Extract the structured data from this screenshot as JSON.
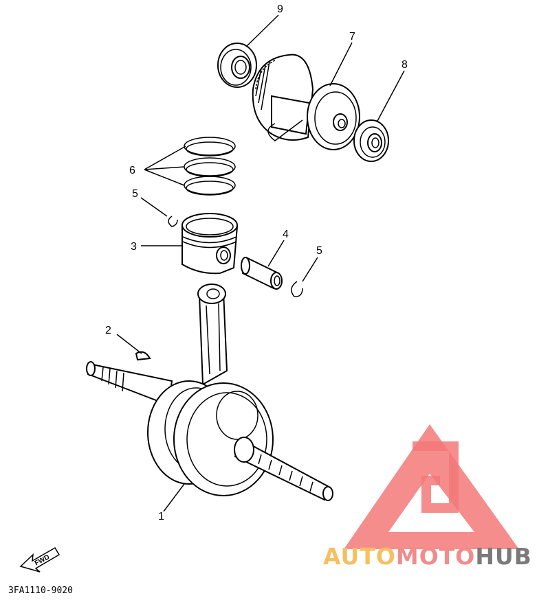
{
  "diagram": {
    "part_numbers": {
      "crankshaft": "1",
      "key": "2",
      "piston": "3",
      "piston_pin": "4",
      "circlip_left": "5",
      "circlip_right": "5",
      "piston_rings": "6",
      "balancer_shaft": "7",
      "bearing_right": "8",
      "bearing_left": "9"
    },
    "fwd_label": "FWD",
    "diagram_code": "3FA1110-9020"
  },
  "watermark": {
    "auto": "AUTO",
    "moto": "MOTO",
    "hub": "HUB",
    "colors": {
      "auto": "#f5c060",
      "moto": "#f28b8b",
      "hub": "#7a7a7a",
      "logo": "#f26b6b"
    }
  }
}
